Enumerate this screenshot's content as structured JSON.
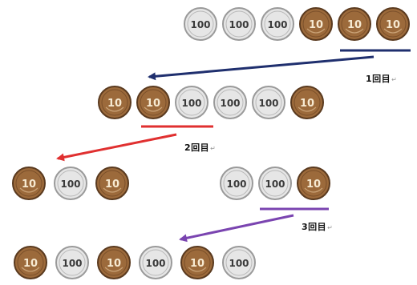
{
  "colors": {
    "coin10_fill": "#9c6a3b",
    "coin10_rim": "#5a3a1f",
    "coin10_text": "#f7ead2",
    "coin100_fill": "#e6e6e6",
    "coin100_rim": "#9a9a9a",
    "coin100_text": "#3a3a3a",
    "step1": "#1f2f6e",
    "step2": "#e03030",
    "step3": "#7a44b0"
  },
  "coins": {
    "ten": {
      "label": "10",
      "icon": "10-yen-coin-icon"
    },
    "hundred": {
      "label": "100",
      "icon": "100-yen-coin-icon"
    }
  },
  "rows": [
    {
      "id": "row-1",
      "coins": [
        "100",
        "100",
        "100",
        "10",
        "10",
        "10"
      ]
    },
    {
      "id": "row-2",
      "coins": [
        "10",
        "10",
        "100",
        "100",
        "100",
        "10"
      ]
    },
    {
      "id": "row-3-left",
      "coins": [
        "10",
        "100",
        "10"
      ]
    },
    {
      "id": "row-3-right",
      "coins": [
        "100",
        "100",
        "10"
      ]
    },
    {
      "id": "row-4",
      "coins": [
        "10",
        "100",
        "10",
        "100",
        "10",
        "100"
      ]
    }
  ],
  "steps": [
    {
      "label": "1回目",
      "mark": "↵",
      "color_key": "step1"
    },
    {
      "label": "2回目",
      "mark": "↵",
      "color_key": "step2"
    },
    {
      "label": "3回目",
      "mark": "↵",
      "color_key": "step3"
    }
  ]
}
